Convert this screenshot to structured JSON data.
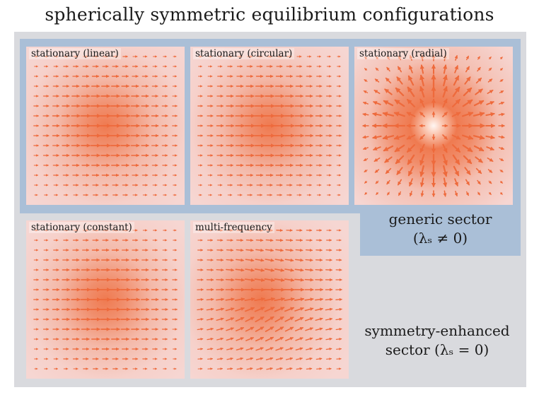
{
  "title": "spherically symmetric equilibrium configurations",
  "colors": {
    "background": "#ffffff",
    "outer_region": "#d9dade",
    "generic_region": "#aabfd7",
    "panel_base": "#f6d6d2",
    "density_core": "#ef7a50",
    "arrow": "#ee6a3c"
  },
  "panels": [
    {
      "id": "linear",
      "label": "stationary (linear)",
      "profile": "blob",
      "field": "horizontal"
    },
    {
      "id": "circular",
      "label": "stationary (circular)",
      "profile": "blob",
      "field": "horizontal"
    },
    {
      "id": "radial",
      "label": "stationary (radial)",
      "profile": "ring",
      "field": "radial"
    },
    {
      "id": "constant",
      "label": "stationary (constant)",
      "profile": "blob",
      "field": "horizontal"
    },
    {
      "id": "multi",
      "label": "multi-frequency",
      "profile": "blob-offset",
      "field": "swirl"
    }
  ],
  "sectors": {
    "generic": {
      "line1": "generic sector",
      "line2": "(λₛ ≠ 0)"
    },
    "enhanced": {
      "line1": "symmetry-enhanced",
      "line2": "sector (λₛ = 0)"
    }
  }
}
